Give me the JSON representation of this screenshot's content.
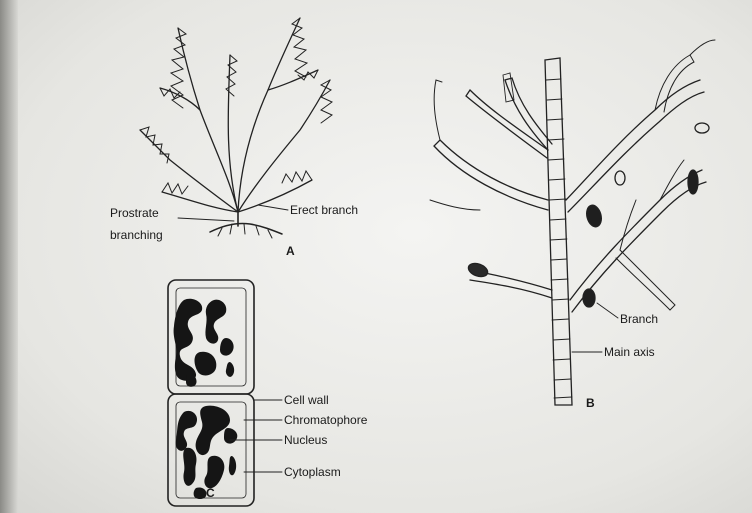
{
  "labels": {
    "prostrate": "Prostrate",
    "branching": "branching",
    "erect_branch": "Erect branch",
    "panel_a": "A",
    "panel_b": "B",
    "panel_c": "C",
    "branch": "Branch",
    "main_axis": "Main axis",
    "cell_wall": "Cell wall",
    "chromatophore": "Chromatophore",
    "nucleus": "Nucleus",
    "cytoplasm": "Cytoplasm"
  },
  "colors": {
    "ink": "#1a1a1a",
    "paper": "#efefec"
  }
}
